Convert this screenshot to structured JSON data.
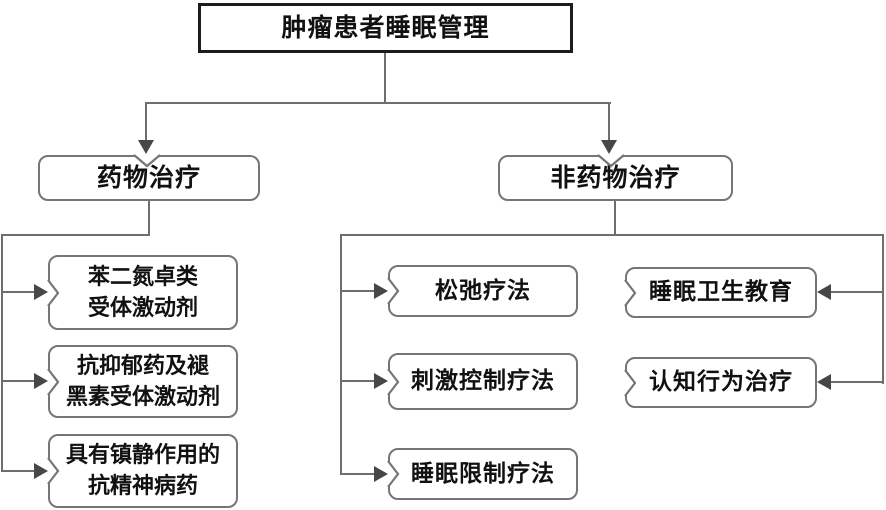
{
  "diagram": {
    "title": "肿瘤患者睡眠管理",
    "branch_left": {
      "label": "药物治疗",
      "items": [
        {
          "line1": "苯二氮卓类",
          "line2": "受体激动剂"
        },
        {
          "line1": "抗抑郁药及褪",
          "line2": "黑素受体激动剂"
        },
        {
          "line1": "具有镇静作用的",
          "line2": "抗精神病药"
        }
      ]
    },
    "branch_right": {
      "label": "非药物治疗",
      "inner_items": [
        "松弛疗法",
        "刺激控制疗法",
        "睡眠限制疗法"
      ],
      "outer_items": [
        "睡眠卫生教育",
        "认知行为治疗"
      ]
    },
    "icons": {
      "arrowhead": "solid-triangle",
      "notch": "chevron-border-notch"
    },
    "colors": {
      "background": "#ffffff",
      "box_border": "#757575",
      "root_border": "#1c1c1c",
      "line": "#6e6e6e",
      "arrow": "#474747",
      "text": "#111111"
    }
  }
}
